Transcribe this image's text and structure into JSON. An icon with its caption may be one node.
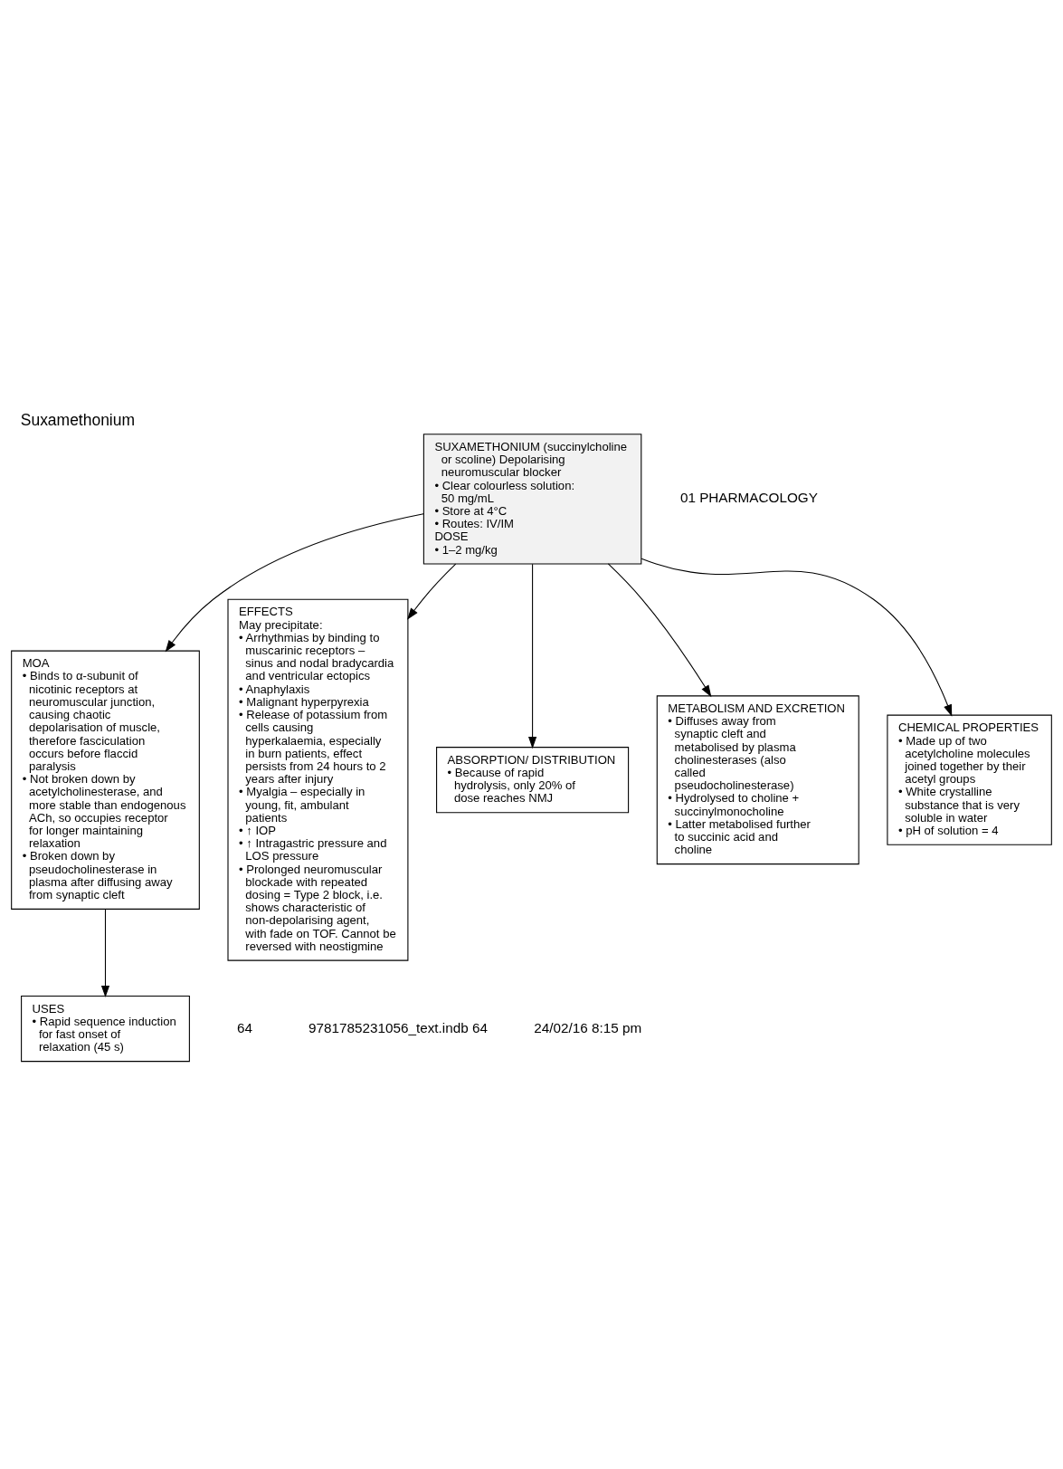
{
  "diagram": {
    "title": "Suxamethonium",
    "nodes": [
      {
        "text": [
          "USES",
          "• Rapid sequence induction for fast onset of relaxation (45 s)"
        ]
      },
      {
        "text": [
          "MOA",
          "• Binds to α-subunit of nicotinic receptors at neuromuscular junction, causing chaotic depolarisation of muscle, therefore fasciculation occurs before flaccid paralysis",
          "• Not broken down by acetylcholinesterase, and more stable than endogenous ACh, so occupies receptor for longer maintaining relaxation",
          "• Broken down by pseudocholinesterase in plasma after diffusing away from synaptic cleft"
        ]
      },
      {
        "text": [
          "EFFECTS",
          "May precipitate:",
          "• Arrhythmias by binding to muscarinic receptors – sinus and nodal bradycardia and ventricular ectopics",
          "• Anaphylaxis",
          "• Malignant hyperpyrexia",
          "• Release of potassium from cells causing hyperkalaemia, especially in burn patients, effect persists from 24 hours to 2 years after injury",
          "• Myalgia – especially in young, fit, ambulant patients",
          "• ↑ IOP",
          "• ↑ Intragastric pressure and LOS pressure",
          "• Prolonged neuromuscular blockade with repeated dosing = Type 2 block, i.e. shows characteristic of non-depolarising agent, with fade on TOF. Cannot be reversed with neostigmine"
        ]
      },
      {
        "text": [
          "ABSORPTION/ DISTRIBUTION",
          "• Because of rapid hydrolysis, only 20% of dose reaches NMJ"
        ]
      },
      {
        "text": [
          "SUXAMETHONIUM (succinylcholine or scoline) Depolarising neuromuscular blocker",
          "• Clear colourless solution: 50 mg/mL",
          "• Store at 4°C",
          "• Routes: IV/IM",
          "DOSE",
          "• 1–2 mg/kg"
        ]
      },
      {
        "text": [
          "METABOLISM AND EXCRETION",
          "• Diffuses away from synaptic cleft and metabolised by plasma cholinesterases (also called pseudocholinesterase)",
          "• Hydrolysed to choline + succinylmonocholine",
          "• Latter metabolised further to succinic acid and choline"
        ]
      },
      {
        "text": [
          "CHEMICAL PROPERTIES",
          "• Made up of two acetylcholine molecules joined together by their acetyl groups",
          "• White crystalline substance that is very soluble in water",
          "• pH of solution = 4"
        ]
      }
    ],
    "edges": [
      {
        "from": 4,
        "to": 1,
        "arrow": "to"
      },
      {
        "from": 1,
        "to": 0,
        "arrow": "to"
      },
      {
        "from": 4,
        "to": 3,
        "arrow": "to"
      },
      {
        "from": 4,
        "to": 2,
        "arrow": "to"
      },
      {
        "from": 4,
        "to": 5,
        "arrow": "to"
      },
      {
        "from": 4,
        "to": 6,
        "arrow": "to"
      }
    ],
    "labels": [
      "01 PHARMACOLOGY",
      "64",
      "9781785231056_text.indb 64",
      "24/02/16 8:15 pm"
    ]
  }
}
